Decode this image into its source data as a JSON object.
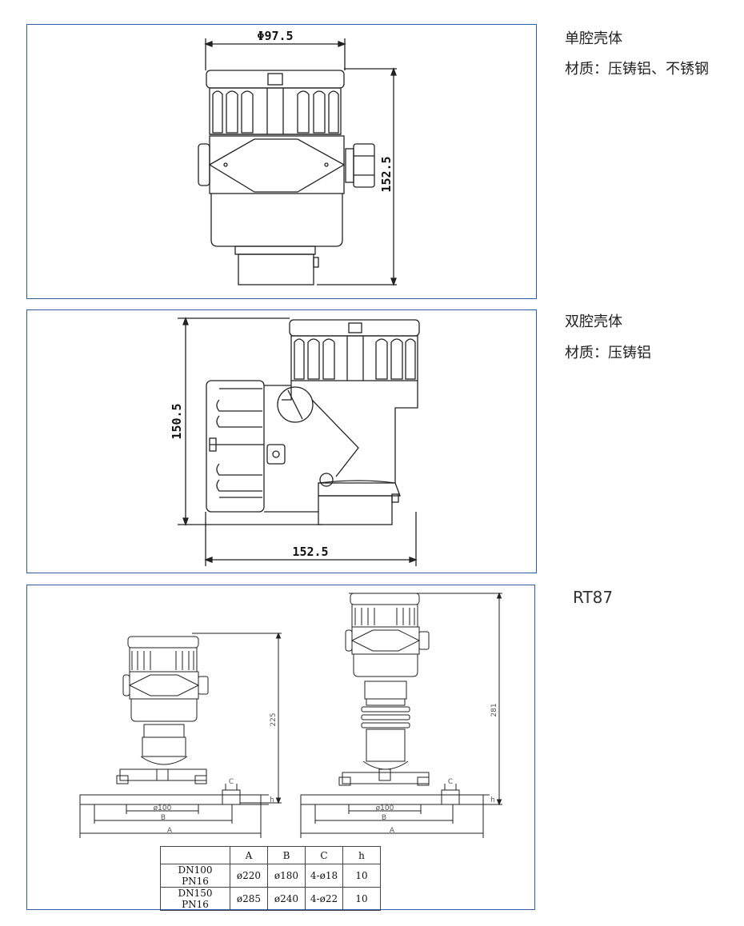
{
  "panel1": {
    "dim_width": "Φ97.5",
    "dim_height": "152.5",
    "caption_title": "单腔壳体",
    "caption_material": "材质：压铸铝、不锈钢"
  },
  "panel2": {
    "dim_height": "150.5",
    "dim_width": "152.5",
    "caption_title": "双腔壳体",
    "caption_material": "材质：压铸铝"
  },
  "panel3": {
    "model": "RT87",
    "left_drawing": {
      "height": "225",
      "dia": "ø100",
      "label_b": "B",
      "label_a": "A",
      "label_c": "C",
      "label_h": "h"
    },
    "right_drawing": {
      "height": "281",
      "dia": "ø100",
      "label_b": "B",
      "label_a": "A",
      "label_c": "C",
      "label_h": "h"
    },
    "table": {
      "headers": [
        "",
        "A",
        "B",
        "C",
        "h"
      ],
      "rows": [
        [
          "DN100 PN16",
          "ø220",
          "ø180",
          "4-ø18",
          "10"
        ],
        [
          "DN150 PN16",
          "ø285",
          "ø240",
          "4-ø22",
          "10"
        ]
      ]
    }
  }
}
